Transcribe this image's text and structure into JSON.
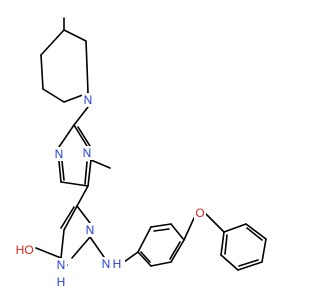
{
  "molecule": {
    "atom_colors": {
      "N": "#1f3fd6",
      "O": "#e0241b",
      "C": "#000000"
    },
    "labels": {
      "n_piperidine": "N",
      "n_pyr1_left": "N",
      "n_pyr1_right": "N",
      "n_pyr2_right": "N",
      "n_pyr2_nh": "N",
      "h_pyr2_nh": "H",
      "oh_o": "O",
      "oh_h": "H",
      "nh_linker_n": "N",
      "nh_linker_h": "H",
      "ether_o": "O"
    }
  }
}
